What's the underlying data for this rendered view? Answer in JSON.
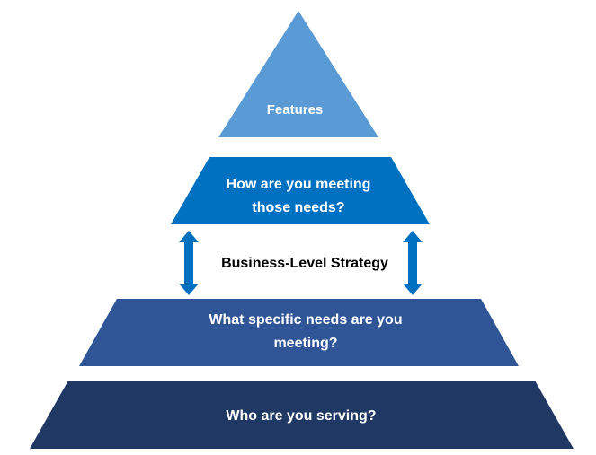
{
  "tiers": [
    {
      "label_lines": [
        "Features"
      ],
      "color": "#5B9BD5"
    },
    {
      "label_lines": [
        "How are you meeting",
        "those needs?"
      ],
      "color": "#0070C0"
    },
    {
      "label_lines": [
        "What specific needs are you",
        "meeting?"
      ],
      "color": "#2F5597"
    },
    {
      "label_lines": [
        "Who are you serving?"
      ],
      "color": "#203864"
    }
  ],
  "strategy_label": "Business-Level Strategy",
  "arrow_color": "#0070C0"
}
